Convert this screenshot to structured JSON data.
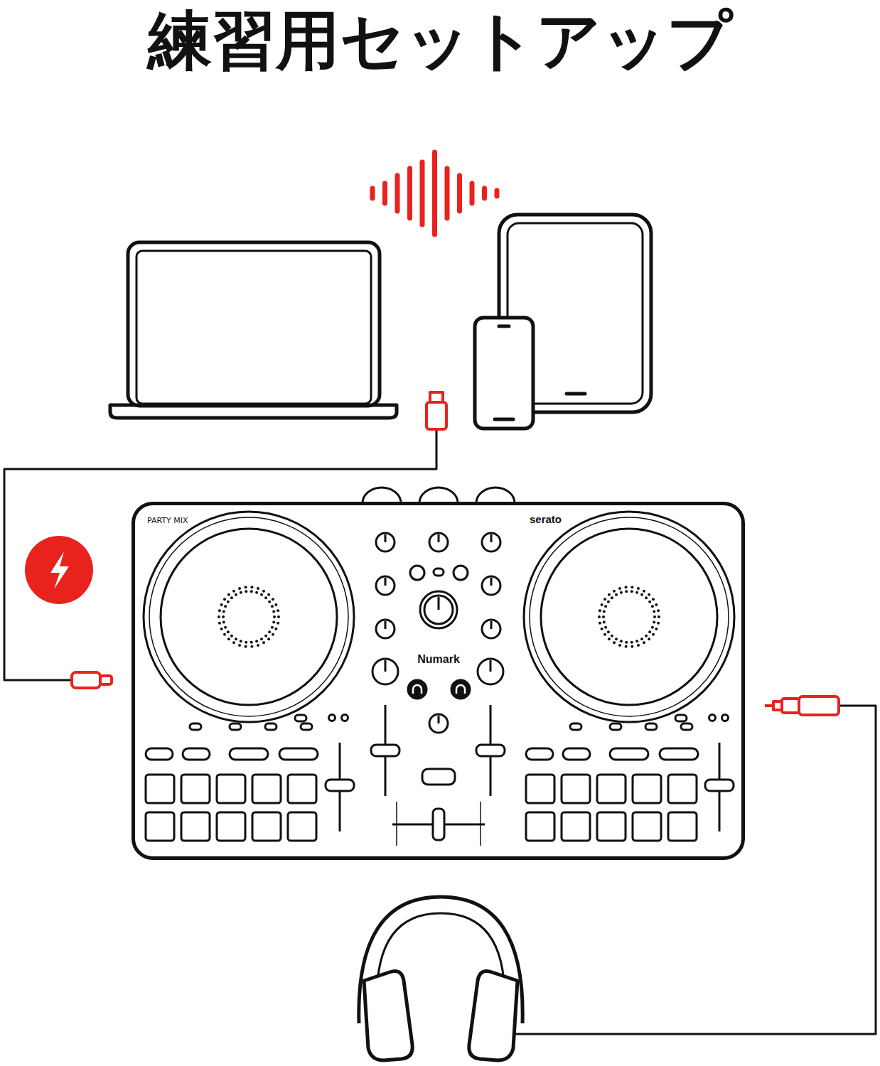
{
  "diagram": {
    "title": "練習用セットアップ",
    "nodes": [
      {
        "text": [
          "PARTY MIX",
          "serato",
          "Numark"
        ]
      }
    ]
  }
}
